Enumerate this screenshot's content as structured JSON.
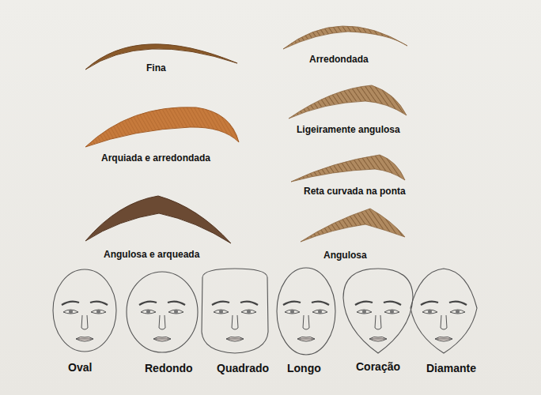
{
  "diagram": {
    "labels": [
      "Fina",
      "Arquiada e arredondada",
      "Angulosa e arqueada",
      "Arredondada",
      "Ligeiramente angulosa",
      "Reta curvada na ponta",
      "Angulosa",
      "Oval",
      "Redondo",
      "Quadrado",
      "Longo",
      "Coração",
      "Diamante"
    ]
  }
}
